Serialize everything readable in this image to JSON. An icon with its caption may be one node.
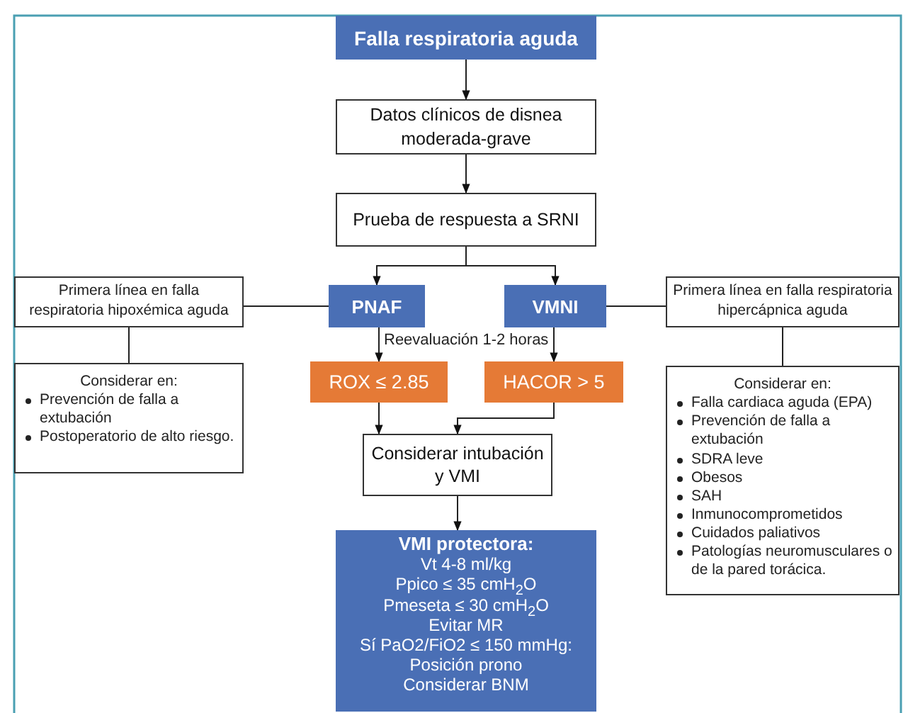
{
  "diagram": {
    "nodes": [
      {
        "text": [
          "Falla respiratoria aguda"
        ]
      },
      {
        "text": [
          "Datos clínicos de disnea moderada-grave"
        ]
      },
      {
        "text": [
          "Prueba de respuesta a SRNI"
        ]
      },
      {
        "text": [
          "Primera línea en falla respiratoria hipoxémica aguda"
        ]
      },
      {
        "text": [
          "PNAF"
        ]
      },
      {
        "text": [
          "VMNI"
        ]
      },
      {
        "text": [
          "Primera línea en falla respiratoria hipercápnica aguda"
        ]
      },
      {
        "text": [
          "Considerar en:",
          "Prevención de falla a extubación",
          "Postoperatorio de alto riesgo."
        ]
      },
      {
        "text": [
          "ROX ≤ 2.85"
        ]
      },
      {
        "text": [
          "HACOR > 5"
        ]
      },
      {
        "text": [
          "Considerar intubación y VMI"
        ]
      },
      {
        "text": [
          "VMI protectora:",
          "Vt 4-8 ml/kg",
          "Ppico ≤ 35 cmH$_{2}$O",
          "Pmeseta ≤ 30 cmH$_{2}$O",
          "Evitar MR",
          "Sí PaO2/FiO2 ≤ 150 mmHg:",
          "Posición prono",
          "Considerar BNM"
        ]
      },
      {
        "text": [
          "Considerar en:",
          "Falla cardiaca aguda (EPA)",
          "Prevención de falla a extubación",
          "SDRA leve",
          "Obesos",
          "SAH",
          "Inmunocomprometidos",
          "Cuidados paliativos",
          "Patologías neuromusculares o de la pared torácica."
        ]
      }
    ],
    "edges": [
      {
        "from": 0,
        "to": 1,
        "arrow": "to"
      },
      {
        "from": 1,
        "to": 2,
        "arrow": "to"
      },
      {
        "from": 2,
        "to": 4,
        "arrow": "to"
      },
      {
        "from": 2,
        "to": 5,
        "arrow": "to"
      },
      {
        "from": 4,
        "to": 3,
        "arrow": "none"
      },
      {
        "from": 5,
        "to": 6,
        "arrow": "none"
      },
      {
        "from": 3,
        "to": 7,
        "arrow": "none"
      },
      {
        "from": 6,
        "to": 12,
        "arrow": "none"
      },
      {
        "from": 4,
        "to": 8,
        "arrow": "to"
      },
      {
        "from": 5,
        "to": 9,
        "arrow": "to"
      },
      {
        "from": 8,
        "to": 10,
        "arrow": "to"
      },
      {
        "from": 9,
        "to": 10,
        "arrow": "to"
      },
      {
        "from": 10,
        "to": 11,
        "arrow": "to"
      }
    ],
    "labels": [
      "Reevaluación 1-2 horas"
    ]
  }
}
